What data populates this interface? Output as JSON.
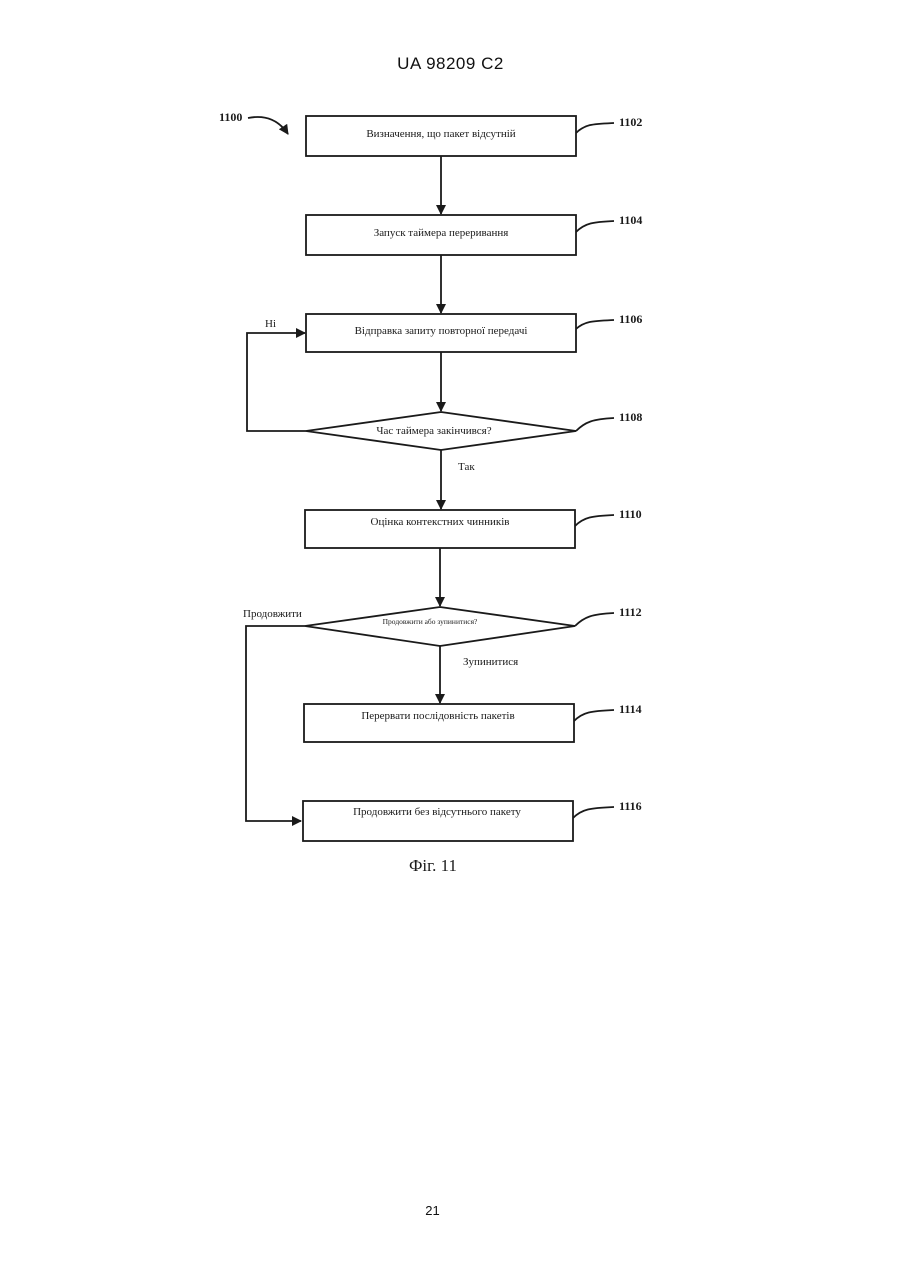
{
  "header": {
    "doc_id": "UA   98209   C2"
  },
  "footer": {
    "page_number": "21"
  },
  "diagram": {
    "ref_main": "1100",
    "steps": {
      "s1102": {
        "ref": "1102",
        "text": "Визначення, що пакет відсутній"
      },
      "s1104": {
        "ref": "1104",
        "text": "Запуск таймера переривання"
      },
      "s1106": {
        "ref": "1106",
        "text": "Відправка запиту повторної передачі"
      },
      "s1108": {
        "ref": "1108",
        "text": "Час таймера закінчився?"
      },
      "s1110": {
        "ref": "1110",
        "text": "Оцінка контекстних чинників"
      },
      "s1112": {
        "ref": "1112",
        "text": "Продовжити або зупинитися?"
      },
      "s1114": {
        "ref": "1114",
        "text": "Перервати послідовність пакетів"
      },
      "s1116": {
        "ref": "1116",
        "text": "Продовжити без відсутнього пакету"
      }
    },
    "edge_labels": {
      "no": "Ні",
      "yes": "Так",
      "continue": "Продовжити",
      "stop": "Зупинитися"
    },
    "caption": "Фіг. 11"
  }
}
